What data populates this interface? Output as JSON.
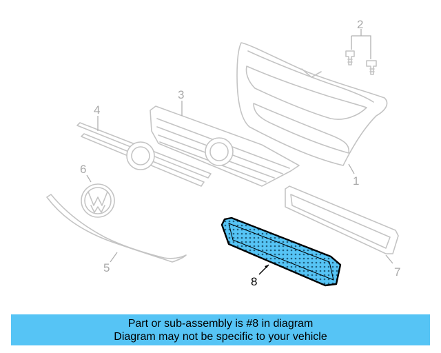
{
  "callouts": {
    "c1": "1",
    "c2": "2",
    "c3": "3",
    "c4": "4",
    "c5": "5",
    "c6": "6",
    "c7": "7",
    "c8": "8"
  },
  "highlighted_part": "8",
  "colors": {
    "highlight_fill": "#56c4f5",
    "banner_bg": "#56c4f5",
    "ghost_stroke": "#c4c4c4"
  },
  "banner": {
    "line1": "Part or sub-assembly is #8 in diagram",
    "line2": "Diagram may not be specific to your vehicle"
  }
}
